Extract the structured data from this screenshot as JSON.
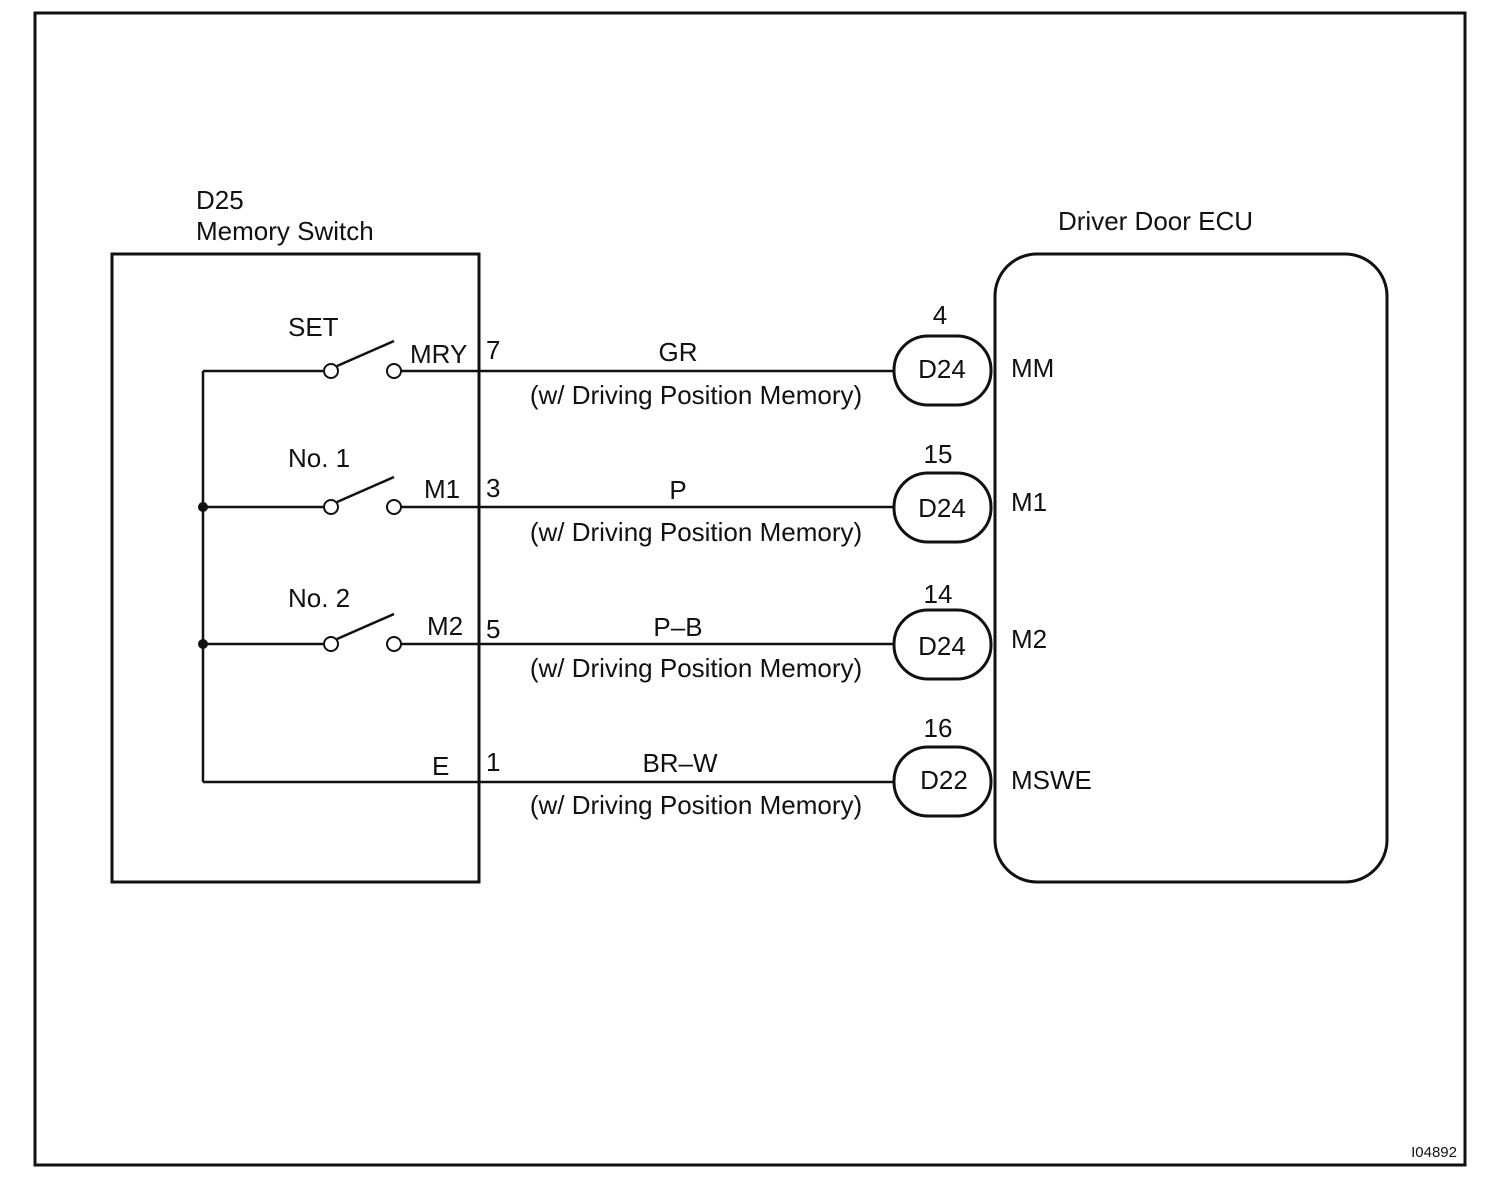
{
  "figure_id": "I04892",
  "memory_switch": {
    "connector": "D25",
    "name": "Memory Switch"
  },
  "ecu": {
    "name": "Driver Door ECU"
  },
  "circuits": [
    {
      "switch_label": "SET",
      "switch_terminal": "MRY",
      "switch_pin": "7",
      "wire_color": "GR",
      "condition": "(w/ Driving Position Memory)",
      "ecu_pin": "4",
      "ecu_connector": "D24",
      "ecu_terminal": "MM"
    },
    {
      "switch_label": "No. 1",
      "switch_terminal": "M1",
      "switch_pin": "3",
      "wire_color": "P",
      "condition": "(w/ Driving Position Memory)",
      "ecu_pin": "15",
      "ecu_connector": "D24",
      "ecu_terminal": "M1"
    },
    {
      "switch_label": "No. 2",
      "switch_terminal": "M2",
      "switch_pin": "5",
      "wire_color": "P–B",
      "condition": "(w/ Driving Position Memory)",
      "ecu_pin": "14",
      "ecu_connector": "D24",
      "ecu_terminal": "M2"
    },
    {
      "switch_label": "",
      "switch_terminal": "E",
      "switch_pin": "1",
      "wire_color": "BR–W",
      "condition": "(w/ Driving Position Memory)",
      "ecu_pin": "16",
      "ecu_connector": "D22",
      "ecu_terminal": "MSWE"
    }
  ]
}
